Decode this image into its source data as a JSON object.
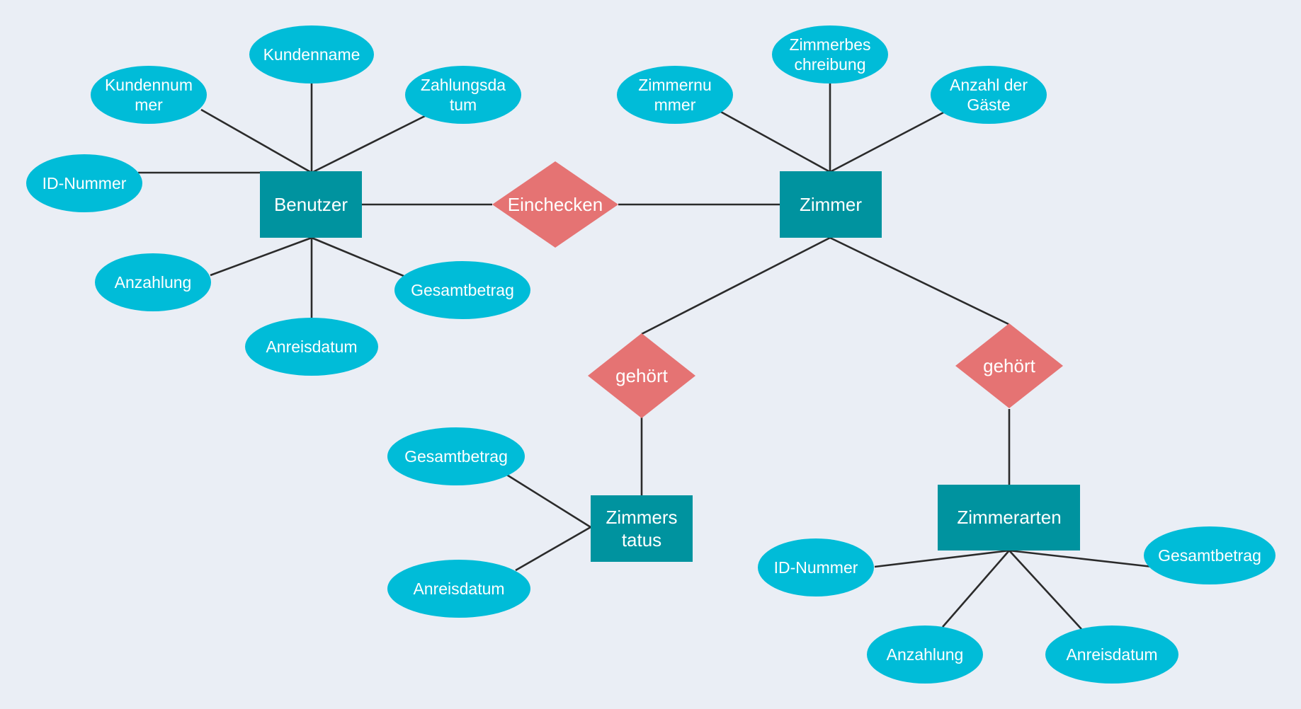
{
  "colors": {
    "background": "#eaeef5",
    "attribute": "#00bcd8",
    "entity": "#00939f",
    "relationship": "#e57373",
    "connector": "#2b2b2b"
  },
  "entities": {
    "benutzer": {
      "label": "Benutzer"
    },
    "zimmer": {
      "label": "Zimmer"
    },
    "zimmerstatus": {
      "label": [
        "Zimmers",
        "tatus"
      ]
    },
    "zimmerarten": {
      "label": "Zimmerarten"
    }
  },
  "relationships": {
    "einchecken": {
      "label": "Einchecken"
    },
    "gehoert_status": {
      "label": "gehört"
    },
    "gehoert_arten": {
      "label": "gehört"
    }
  },
  "attributes": {
    "benutzer": {
      "kundenname": {
        "label": [
          "Kundenname"
        ]
      },
      "kundennummer": {
        "label": [
          "Kundennum",
          "mer"
        ]
      },
      "zahlungsdatum": {
        "label": [
          "Zahlungsda",
          "tum"
        ]
      },
      "id_nummer": {
        "label": [
          "ID-Nummer"
        ]
      },
      "anzahlung": {
        "label": [
          "Anzahlung"
        ]
      },
      "gesamtbetrag": {
        "label": [
          "Gesamtbetrag"
        ]
      },
      "anreisdatum": {
        "label": [
          "Anreisdatum"
        ]
      }
    },
    "zimmer": {
      "zimmernummer": {
        "label": [
          "Zimmernu",
          "mmer"
        ]
      },
      "zimmerbeschreibung": {
        "label": [
          "Zimmerbes",
          "chreibung"
        ]
      },
      "anzahl_gaeste": {
        "label": [
          "Anzahl der",
          "Gäste"
        ]
      }
    },
    "zimmerstatus": {
      "gesamtbetrag": {
        "label": [
          "Gesamtbetrag"
        ]
      },
      "anreisdatum": {
        "label": [
          "Anreisdatum"
        ]
      }
    },
    "zimmerarten": {
      "id_nummer": {
        "label": [
          "ID-Nummer"
        ]
      },
      "gesamtbetrag": {
        "label": [
          "Gesamtbetrag"
        ]
      },
      "anzahlung": {
        "label": [
          "Anzahlung"
        ]
      },
      "anreisdatum": {
        "label": [
          "Anreisdatum"
        ]
      }
    }
  }
}
